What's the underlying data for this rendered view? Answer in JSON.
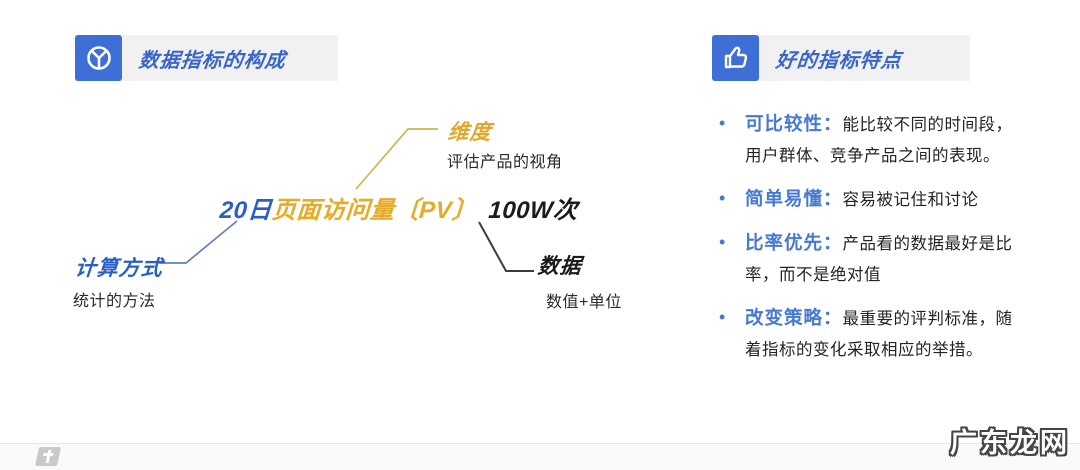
{
  "colors": {
    "accent_blue": "#2B5FC6",
    "bullet_blue": "#4679D2",
    "accent_yellow": "#E8AB25",
    "text_dark": "#1B1B1B",
    "header_bg": "#F1F1F2",
    "icon_bg": "#3D6FD6",
    "line_yellow": "#CDB54E",
    "line_blue": "#6180BE",
    "line_dark": "#3C3C3C"
  },
  "left_panel": {
    "header": {
      "title": "数据指标的构成",
      "icon": "pie-chart-icon"
    },
    "metric": {
      "calculation_part": "20日",
      "dimension_part": "页面访问量〔PV〕",
      "data_part": "100W次"
    },
    "callouts": {
      "dimension": {
        "label": "维度",
        "desc": "评估产品的视角"
      },
      "calculation": {
        "label": "计算方式",
        "desc": "统计的方法"
      },
      "data": {
        "label": "数据",
        "desc": "数值+单位"
      }
    }
  },
  "right_panel": {
    "header": {
      "title": "好的指标特点",
      "icon": "thumbs-up-icon"
    },
    "bullets": [
      {
        "marker": "•",
        "term": "可比较性：",
        "desc": "能比较不同的时间段，用户群体、竞争产品之间的表现。"
      },
      {
        "marker": "•",
        "term": "简单易懂：",
        "desc": "容易被记住和讨论"
      },
      {
        "marker": "•",
        "term": "比率优先：",
        "desc": "产品看的数据最好是比率，而不是绝对值"
      },
      {
        "marker": "•",
        "term": "改变策略：",
        "desc": "最重要的评判标准，随着指标的变化采取相应的举措。"
      }
    ]
  },
  "watermark": "广东龙网"
}
